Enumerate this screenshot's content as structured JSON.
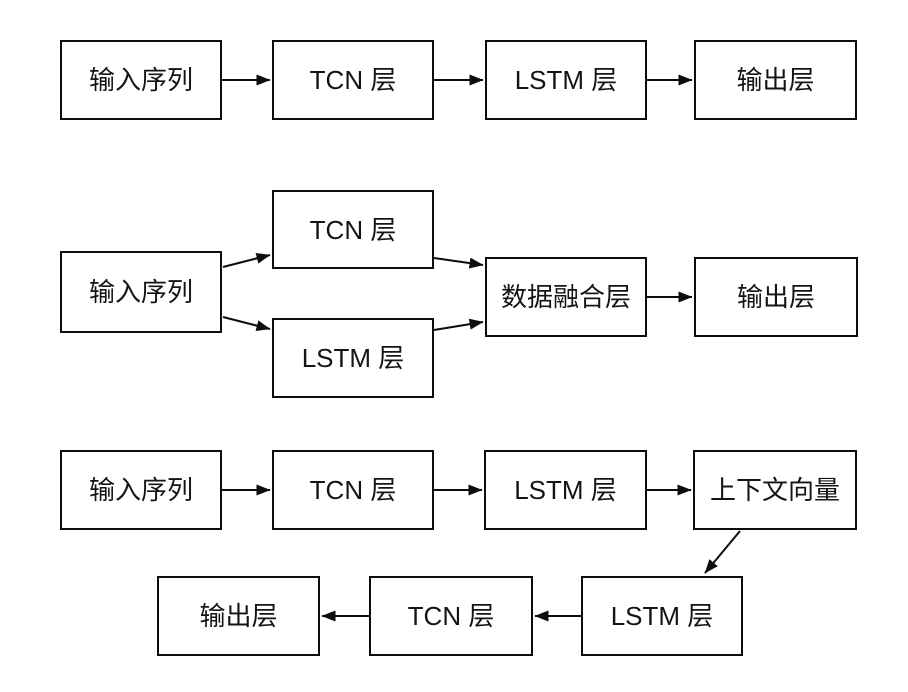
{
  "colors": {
    "background": "#ffffff",
    "box_border": "#0d0d0d",
    "box_fill": "#ffffff",
    "text": "#141414",
    "arrow": "#0d0d0d"
  },
  "diagrams": [
    {
      "nodes": [
        {
          "label": "输入序列"
        },
        {
          "label": "TCN 层"
        },
        {
          "label": "LSTM 层"
        },
        {
          "label": "输出层"
        }
      ],
      "edges": [
        {
          "from": 0,
          "to": 1
        },
        {
          "from": 1,
          "to": 2
        },
        {
          "from": 2,
          "to": 3
        }
      ]
    },
    {
      "nodes": [
        {
          "label": "输入序列"
        },
        {
          "label": "TCN 层"
        },
        {
          "label": "LSTM 层"
        },
        {
          "label": "数据融合层"
        },
        {
          "label": "输出层"
        }
      ],
      "edges": [
        {
          "from": 0,
          "to": 1
        },
        {
          "from": 0,
          "to": 2
        },
        {
          "from": 1,
          "to": 3
        },
        {
          "from": 2,
          "to": 3
        },
        {
          "from": 3,
          "to": 4
        }
      ]
    },
    {
      "nodes": [
        {
          "label": "输入序列"
        },
        {
          "label": "TCN 层"
        },
        {
          "label": "LSTM 层"
        },
        {
          "label": "上下文向量"
        },
        {
          "label": "LSTM 层"
        },
        {
          "label": "TCN 层"
        },
        {
          "label": "输出层"
        }
      ],
      "edges": [
        {
          "from": 0,
          "to": 1
        },
        {
          "from": 1,
          "to": 2
        },
        {
          "from": 2,
          "to": 3
        },
        {
          "from": 3,
          "to": 4
        },
        {
          "from": 4,
          "to": 5
        },
        {
          "from": 5,
          "to": 6
        }
      ]
    }
  ]
}
